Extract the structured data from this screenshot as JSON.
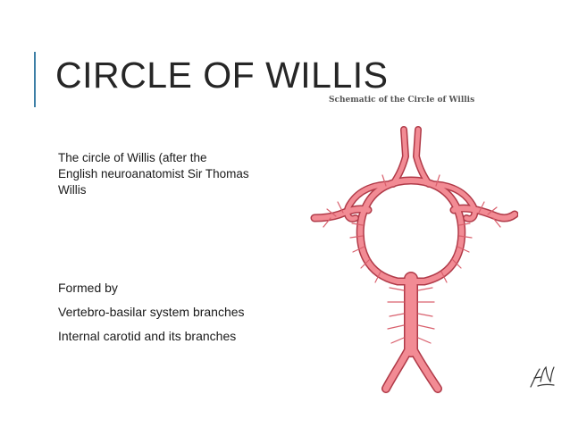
{
  "slide": {
    "title": "CIRCLE OF WILLIS",
    "figure_caption": "Schematic of the Circle of Willis",
    "intro_lines": [
      "The circle of Willis (after the",
      "English neuroanatomist Sir Thomas",
      "Willis"
    ],
    "formed_by_lines": [
      "Formed by",
      "Vertebro-basilar system branches",
      "Internal carotid and its branches"
    ]
  },
  "colors": {
    "accent": "#3d7fa6",
    "artery_fill": "#f28b94",
    "artery_outline": "#b03a48",
    "title_text": "#262626"
  },
  "icons": {
    "diagram": "circle-of-willis-diagram",
    "signature": "artist-signature-icon"
  }
}
